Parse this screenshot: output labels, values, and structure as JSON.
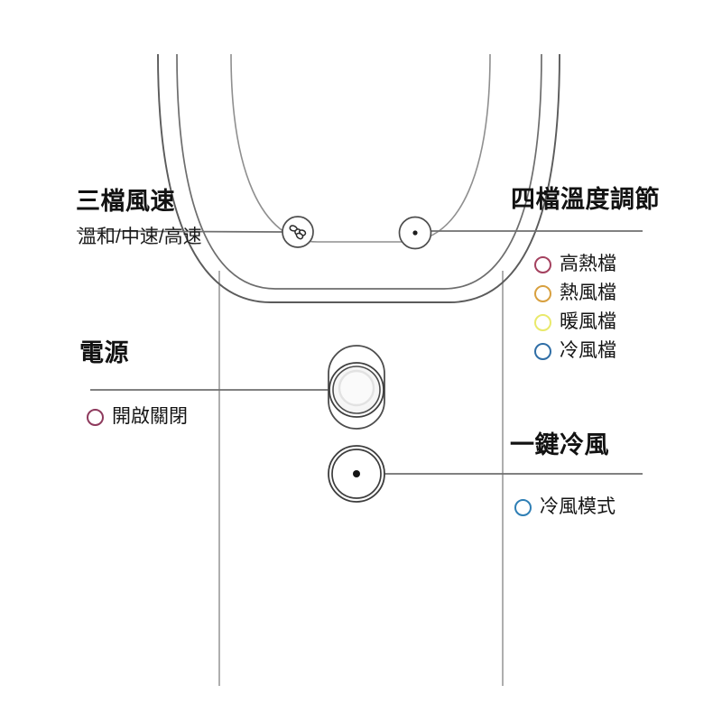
{
  "diagram": {
    "subject": "hair-dryer-control-panel",
    "background_color": "#ffffff",
    "outline_color": "#4a4a4a",
    "leader_line_color": "#6b6b6b"
  },
  "callouts": {
    "fan_speed": {
      "title": "三檔風速",
      "subtitle": "溫和/中速/高速",
      "button_icon": "fan-icon"
    },
    "temperature": {
      "title": "四檔溫度調節",
      "button_icon": "dot-button-icon",
      "levels": [
        {
          "label": "高熱檔",
          "color": "#a4415f"
        },
        {
          "label": "熱風檔",
          "color": "#d8a03f"
        },
        {
          "label": "暖風檔",
          "color": "#e9e96b"
        },
        {
          "label": "冷風檔",
          "color": "#2f6ea6"
        }
      ]
    },
    "power": {
      "title": "電源",
      "option_label": "開啟關閉",
      "option_color": "#8e3a5d",
      "button_icon": "power-button-icon"
    },
    "cool_air": {
      "title": "一鍵冷風",
      "option_label": "冷風模式",
      "option_color": "#2f7fb5",
      "button_icon": "cool-air-button-icon"
    }
  }
}
